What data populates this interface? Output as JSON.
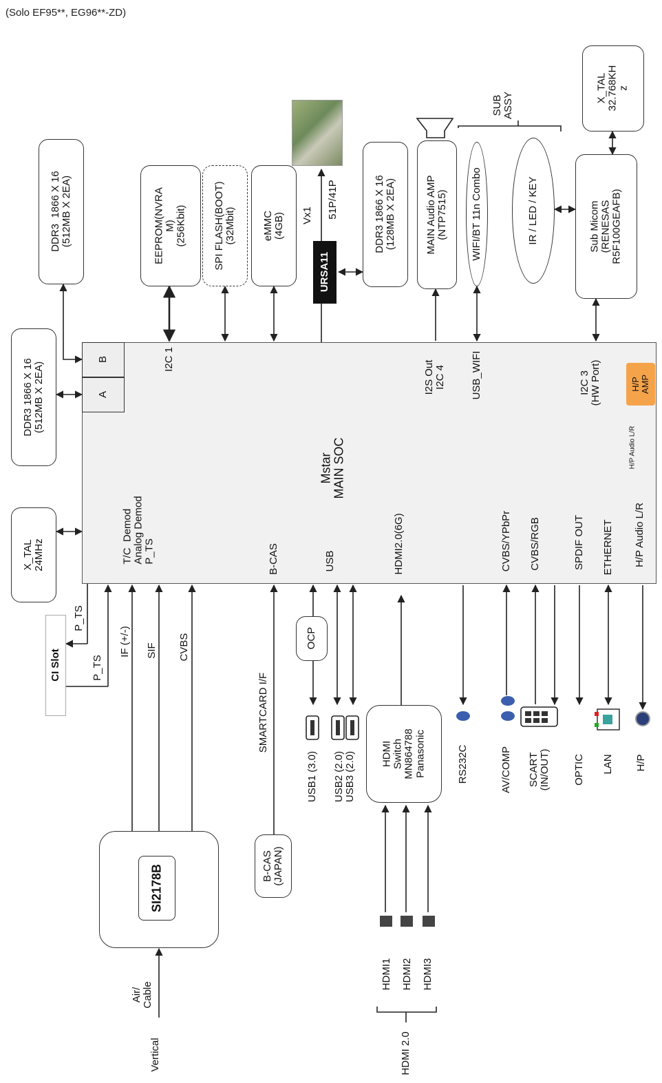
{
  "header": "(Solo EF95**, EG96**-ZD)",
  "soc": {
    "title": "Mstar\nMAIN SOC",
    "ddr_a": "A",
    "ddr_b": "B",
    "i2c1": "I2C 1",
    "i2s": "I2S Out\nI2C 4",
    "usb_wifi": "USB_WIFI",
    "i2c3": "I2C 3\n(HW Port)",
    "hp_amp": "H/P\nAMP",
    "hp_audio_internal": "H/P Audio L/R",
    "demod": "T/C  Demod\nAnalog Demod\nP_TS",
    "bcas": "B-CAS",
    "usb": "USB",
    "hdmi": "HDMI2.0(6G)",
    "cvbs_ypbpr": "CVBS/YPbPr",
    "cvbs_rgb": "CVBS/RGB",
    "spdif": "SPDIF OUT",
    "ethernet": "ETHERNET",
    "hp_audio": "H/P Audio L/R"
  },
  "boxes": {
    "ddr_top": "DDR3  1866 X 16\n(512MB X 2EA)",
    "ddr_left": "DDR3 1866 X 16\n(512MB X 2EA)",
    "xtal_24": "X_TAL\n24MHz",
    "eeprom": "EEPROM(NVRA\nM)\n(256Kbit)",
    "spi": "SPI FLASH(BOOT)\n(32Mbit)",
    "emmc": "eMMC\n(4GB)",
    "ursa": "URSA11",
    "ddr_ursa": "DDR3 1866 X 16\n(128MB X 2EA)",
    "audio_amp": "MAIN Audio AMP\n(NTP7515)",
    "wifi": "WIFI/BT 11n Combo",
    "ir": "IR / LED / KEY",
    "sub_micom": "Sub Micom\n(RENESAS\nR5F100GEAFB)",
    "xtal_32": "X_TAL\n32.768KH\nz",
    "ci_slot": "CI Slot",
    "tuner": "SI2178B",
    "bcas_japan": "B-CAS\n(JAPAN)",
    "ocp": "OCP",
    "hdmi_switch": "HDMI\nSwitch\nMN864788\nPanasonic"
  },
  "labels": {
    "vx1": "Vx1",
    "lvds": "51P/41P",
    "sub_assy": "SUB\nASSY",
    "p_ts1": "P_TS",
    "p_ts2": "P_TS",
    "if": "IF (+/-)",
    "sif": "SIF",
    "cvbs": "CVBS",
    "smartcard": "SMARTCARD I/F",
    "usb1": "USB1 (3.0)",
    "usb23": "USB2 (2.0)\nUSB3 (2.0)",
    "rs232c": "RS232C",
    "av_comp": "AV/COMP",
    "scart": "SCART\n(IN/OUT)",
    "optic": "OPTIC",
    "lan": "LAN",
    "hp": "H/P",
    "hdmi1": "HDMI1",
    "hdmi2": "HDMI2",
    "hdmi3": "HDMI3",
    "hdmi20": "HDMI 2.0",
    "air_cable": "Air/\nCable",
    "vertical": "Vertical"
  }
}
